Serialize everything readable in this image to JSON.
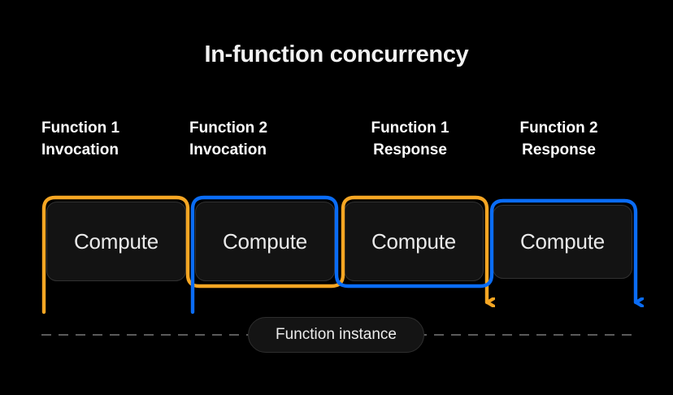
{
  "diagram": {
    "title": "In-function concurrency",
    "background_color": "#000000",
    "accent_orange": "#F5A623",
    "accent_blue": "#0A6CF5",
    "box_fill": "#131313",
    "box_border": "#313131",
    "text_color": "#FFFFFF"
  },
  "labels": [
    {
      "id": "function-1-invocation",
      "line1": "Function 1",
      "line2": "Invocation",
      "text": "Function 1\nInvocation",
      "align": "left",
      "color_group": "orange"
    },
    {
      "id": "function-2-invocation",
      "line1": "Function 2",
      "line2": "Invocation",
      "text": "Function 2\nInvocation",
      "align": "left",
      "color_group": "blue"
    },
    {
      "id": "function-1-response",
      "line1": "Function 1",
      "line2": "Response",
      "text": "Function 1\nResponse",
      "align": "center",
      "color_group": "orange"
    },
    {
      "id": "function-2-response",
      "line1": "Function 2",
      "line2": "Response",
      "text": "Function 2\nResponse",
      "align": "center",
      "color_group": "blue"
    }
  ],
  "boxes": [
    {
      "id": "compute-slice-1",
      "label": "Compute"
    },
    {
      "id": "compute-slice-2",
      "label": "Compute"
    },
    {
      "id": "compute-slice-3",
      "label": "Compute"
    },
    {
      "id": "compute-slice-4",
      "label": "Compute"
    }
  ],
  "brackets": [
    {
      "id": "function-1-bracket",
      "color": "#F5A623",
      "spans": "slice 1 top through slice 3 top, ending in a downward arrow at the function 1 response"
    },
    {
      "id": "function-2-bracket",
      "color": "#0A6CF5",
      "spans": "slice 2 top through slice 4 top, ending in a downward arrow at the function 2 response"
    }
  ],
  "arrows": [
    {
      "id": "function-1-response-arrow",
      "color": "#F5A623",
      "direction": "down"
    },
    {
      "id": "function-2-response-arrow",
      "color": "#0A6CF5",
      "direction": "down"
    }
  ],
  "timeline": {
    "pill_label": "Function instance",
    "rule_style": "dashed",
    "rule_color": "#5A5A5A"
  }
}
